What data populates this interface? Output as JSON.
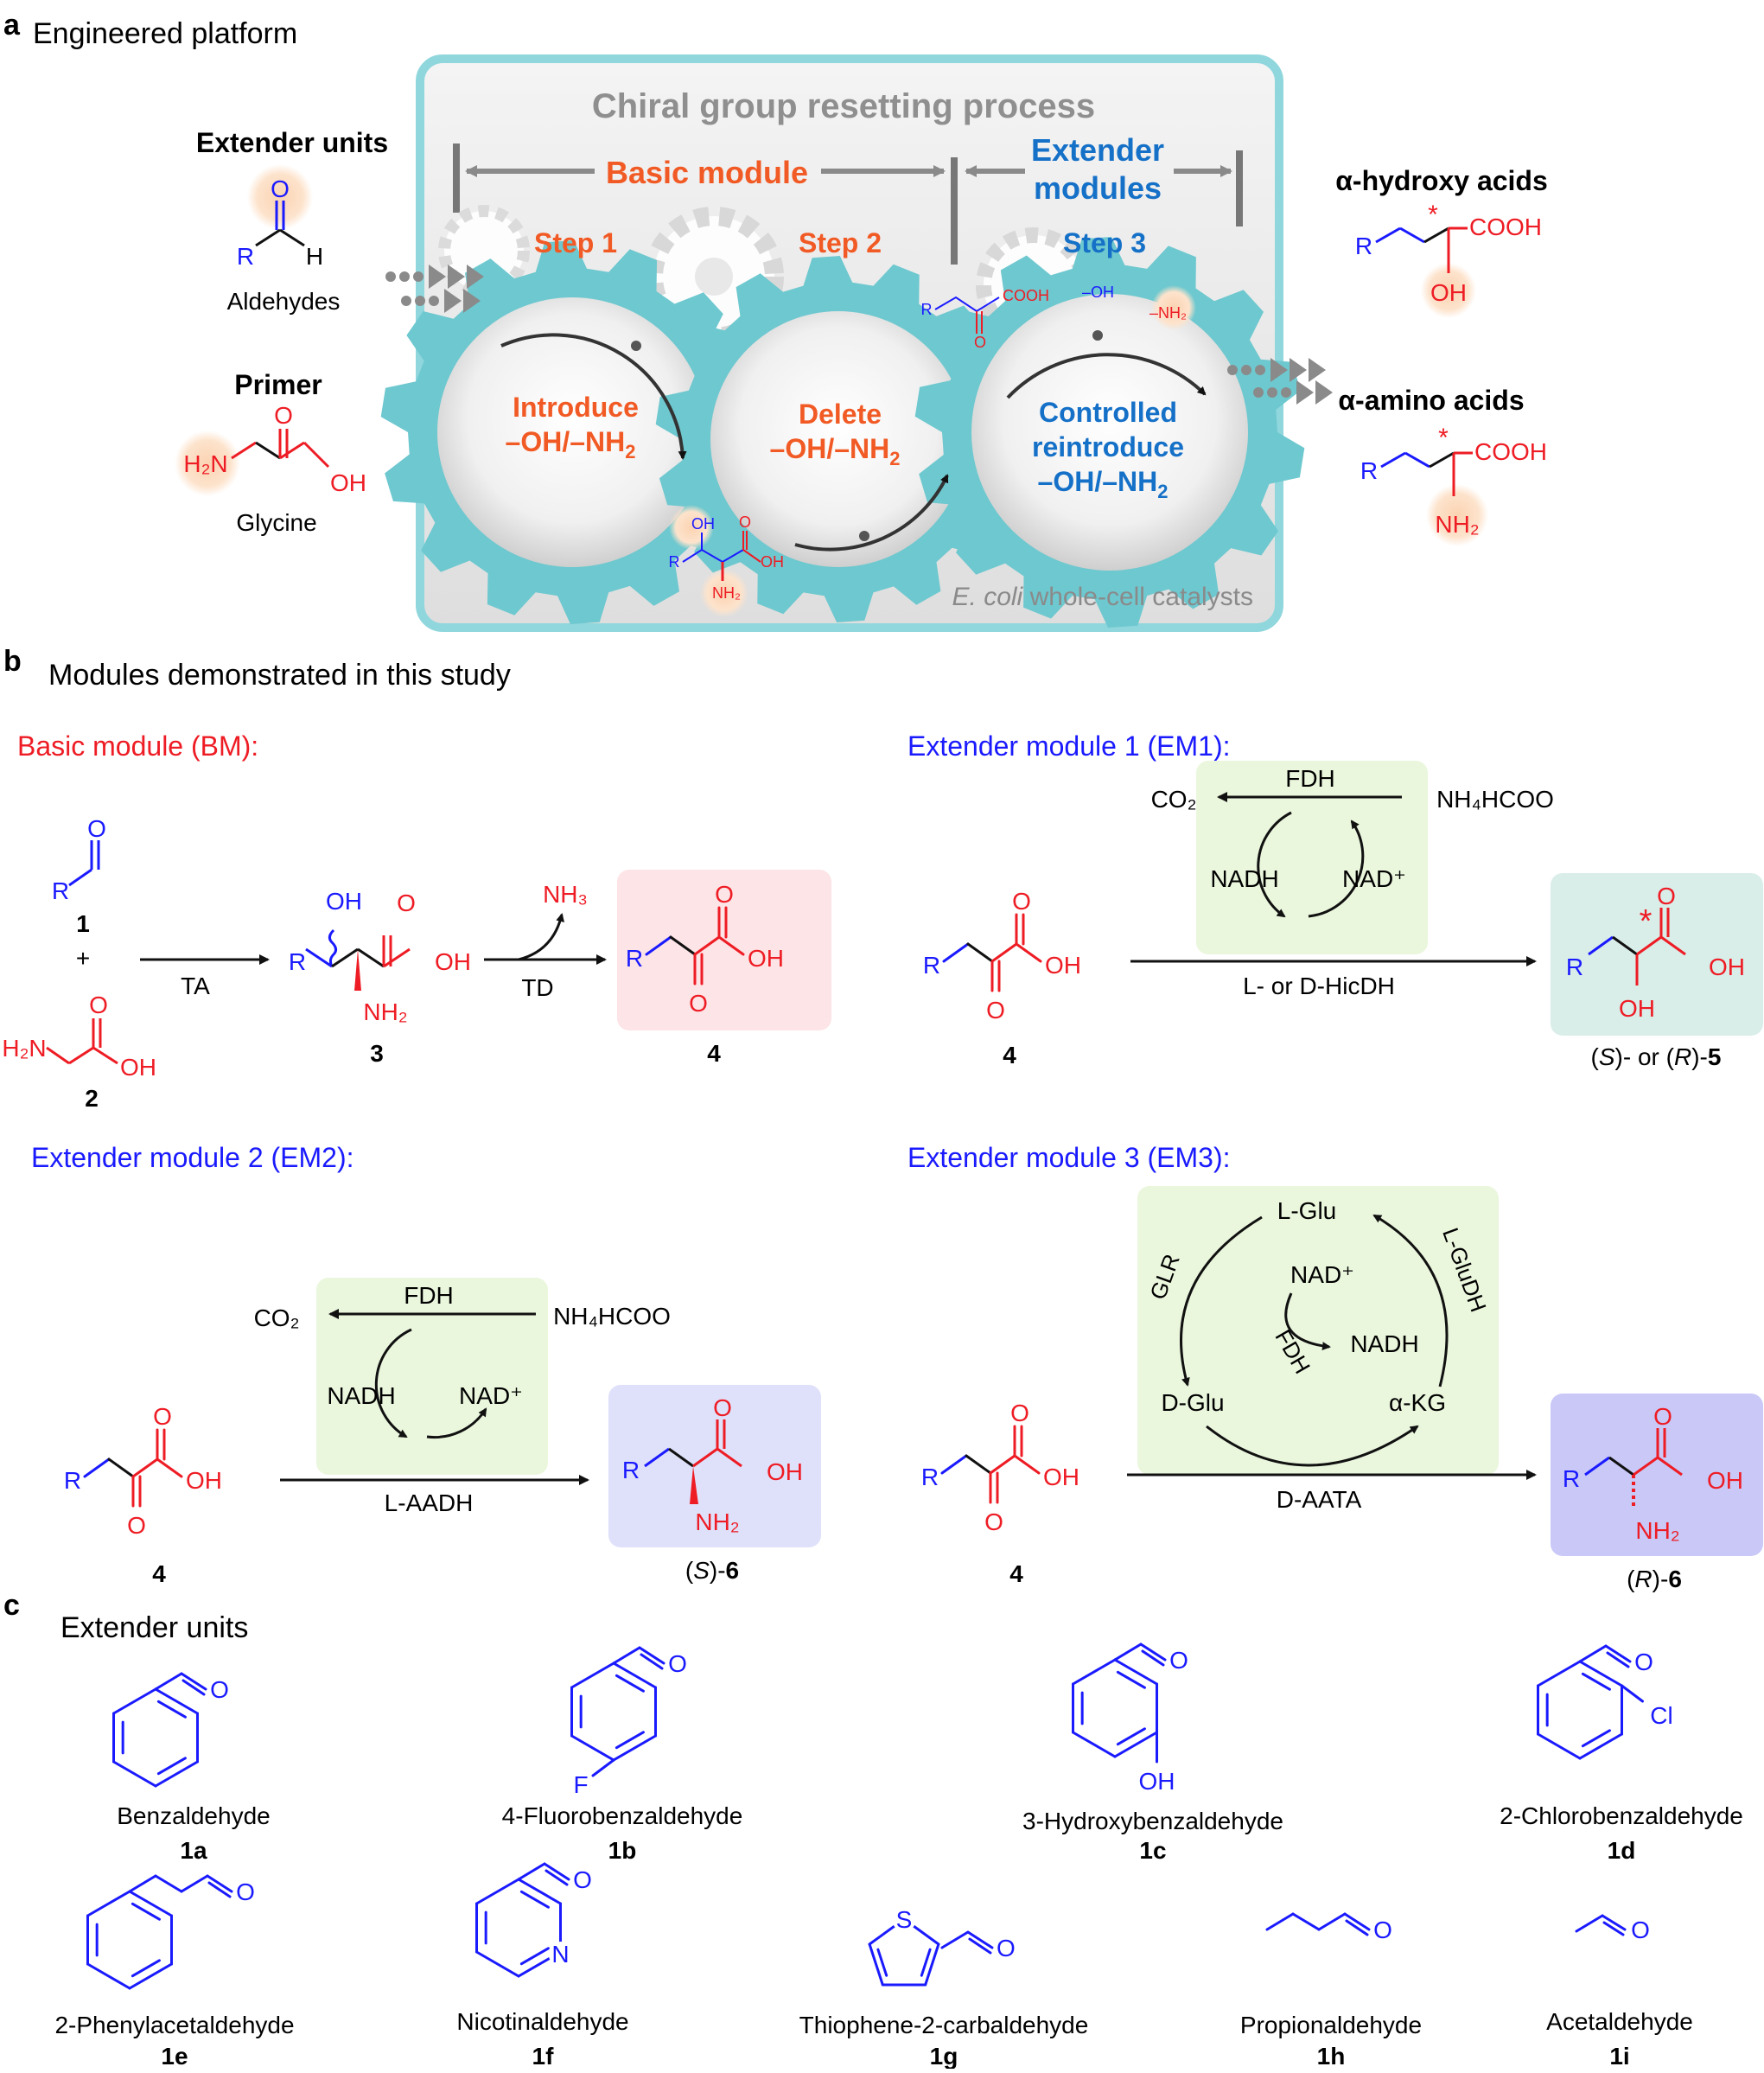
{
  "colors": {
    "blue": "#1a1aff",
    "red": "#ee1c24",
    "orange": "#f15a24",
    "teal_blue": "#1570c7",
    "gear": "#6ec8cf",
    "gray_title": "#8f8f8f",
    "green_box": "#eaf7dd",
    "pink_box": "#fde4e6",
    "teal_box": "#d9ede9",
    "lavender_box": "#dfe1fb",
    "purple_box": "#c9c8f7"
  },
  "panel_a": {
    "letter": "a",
    "title": "Engineered platform",
    "box_title": "Chiral group resetting process",
    "basic_module": "Basic module",
    "extender_modules_1": "Extender",
    "extender_modules_2": "modules",
    "step1": "Step 1",
    "step2": "Step 2",
    "step3": "Step 3",
    "gear1_l1": "Introduce",
    "gear1_l2": "–OH/–NH",
    "gear2_l1": "Delete",
    "gear2_l2": "–OH/–NH",
    "gear3_l1": "Controlled",
    "gear3_l2": "reintroduce",
    "gear3_l3": "–OH/–NH",
    "sub2": "2",
    "ecoli_italic": "E. coli",
    "ecoli_rest": " whole-cell catalysts",
    "extender_units": "Extender units",
    "aldehydes": "Aldehydes",
    "primer": "Primer",
    "glycine": "Glycine",
    "hydroxy_acids": "α-hydroxy acids",
    "amino_acids": "α-amino acids",
    "lbl_R": "R",
    "lbl_O": "O",
    "lbl_H": "H",
    "lbl_OH": "OH",
    "lbl_H2N": "H₂N",
    "lbl_NH2": "NH₂",
    "lbl_COOH": "COOH",
    "lbl_star": "*",
    "lbl_minus_OH": "–OH",
    "lbl_minus_NH2": "–NH₂"
  },
  "panel_b": {
    "letter": "b",
    "title": "Modules demonstrated in this study",
    "bm_title": "Basic module (BM):",
    "em1_title": "Extender module 1 (EM1):",
    "em2_title": "Extender module 2 (EM2):",
    "em3_title": "Extender module 3 (EM3):",
    "plus": "+",
    "TA": "TA",
    "TD": "TD",
    "NH3": "NH₃",
    "num1": "1",
    "num2": "2",
    "num3": "3",
    "num4": "4",
    "FDH": "FDH",
    "CO2": "CO₂",
    "NH4HCOO": "NH₄HCOO",
    "NADH": "NADH",
    "NADp": "NAD⁺",
    "hicdh": "L- or D-HicDH",
    "prod5_a": "(",
    "prod5_S": "S",
    "prod5_b": ")- or (",
    "prod5_R": "R",
    "prod5_c": ")-",
    "prod5_n": "5",
    "laadh": "L-AADH",
    "prod6S_a": "(",
    "prod6S_S": "S",
    "prod6S_b": ")-",
    "prod6S_n": "6",
    "daata": "D-AATA",
    "prod6R_a": "(",
    "prod6R_R": "R",
    "prod6R_b": ")-",
    "prod6R_n": "6",
    "lglu": "L-Glu",
    "dglu": "D-Glu",
    "akg": "α-KG",
    "glr": "GLR",
    "lgludh": "L-GluDH",
    "fdh3": "FDH"
  },
  "panel_c": {
    "letter": "c",
    "title": "Extender units",
    "items": [
      {
        "name": "Benzaldehyde",
        "id": "1a"
      },
      {
        "name": "4-Fluorobenzaldehyde",
        "id": "1b"
      },
      {
        "name": "3-Hydroxybenzaldehyde",
        "id": "1c"
      },
      {
        "name": "2-Chlorobenzaldehyde",
        "id": "1d"
      },
      {
        "name": "2-Phenylacetaldehyde",
        "id": "1e"
      },
      {
        "name": "Nicotinaldehyde",
        "id": "1f"
      },
      {
        "name": "Thiophene-2-carbaldehyde",
        "id": "1g"
      },
      {
        "name": "Propionaldehyde",
        "id": "1h"
      },
      {
        "name": "Acetaldehyde",
        "id": "1i"
      }
    ],
    "lbl_O": "O",
    "lbl_F": "F",
    "lbl_OH": "OH",
    "lbl_Cl": "Cl",
    "lbl_N": "N",
    "lbl_S": "S"
  }
}
